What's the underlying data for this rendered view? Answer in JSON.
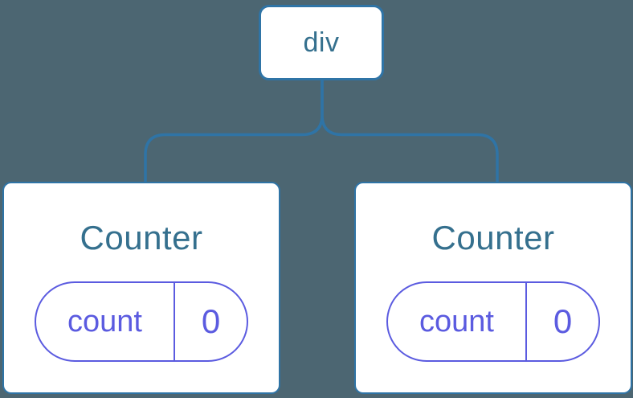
{
  "diagram": {
    "root": {
      "label": "div"
    },
    "children": [
      {
        "label": "Counter",
        "state": {
          "key": "count",
          "value": "0"
        }
      },
      {
        "label": "Counter",
        "state": {
          "key": "count",
          "value": "0"
        }
      }
    ]
  },
  "colors": {
    "background": "#4c6672",
    "card_bg": "#ffffff",
    "tree_line": "#2f74a6",
    "node_border": "#2f74a6",
    "node_text": "#35708e",
    "state_accent": "#5b5be0"
  }
}
